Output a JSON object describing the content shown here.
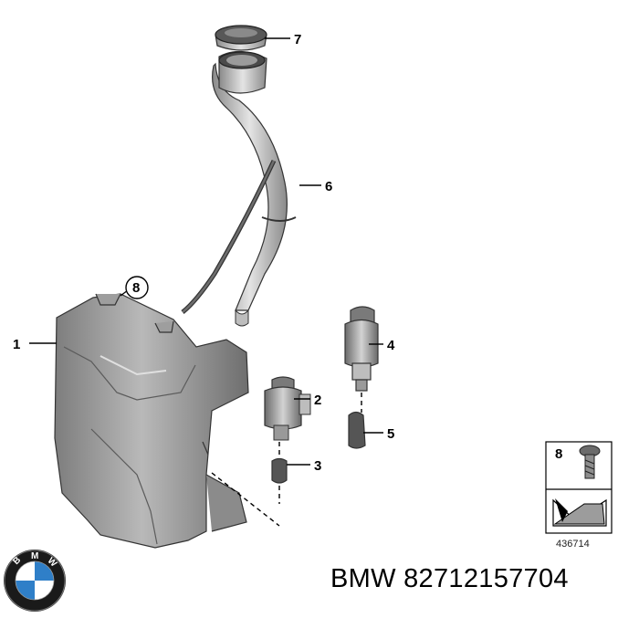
{
  "callouts": {
    "c1": "1",
    "c2": "2",
    "c3": "3",
    "c4": "4",
    "c5": "5",
    "c6": "6",
    "c7": "7",
    "c8": "8",
    "legend_8": "8"
  },
  "diagram_number": "436714",
  "brand_caption": "BMW 82712157704",
  "logo": {
    "letters": [
      "B",
      "M",
      "W"
    ],
    "colors": {
      "blue": "#2f7fc8",
      "white": "#ffffff",
      "ring": "#1a1a1a"
    }
  },
  "colors": {
    "part_gray": "#9a9a9a",
    "part_dark": "#555555",
    "part_light": "#cfcfcf"
  }
}
